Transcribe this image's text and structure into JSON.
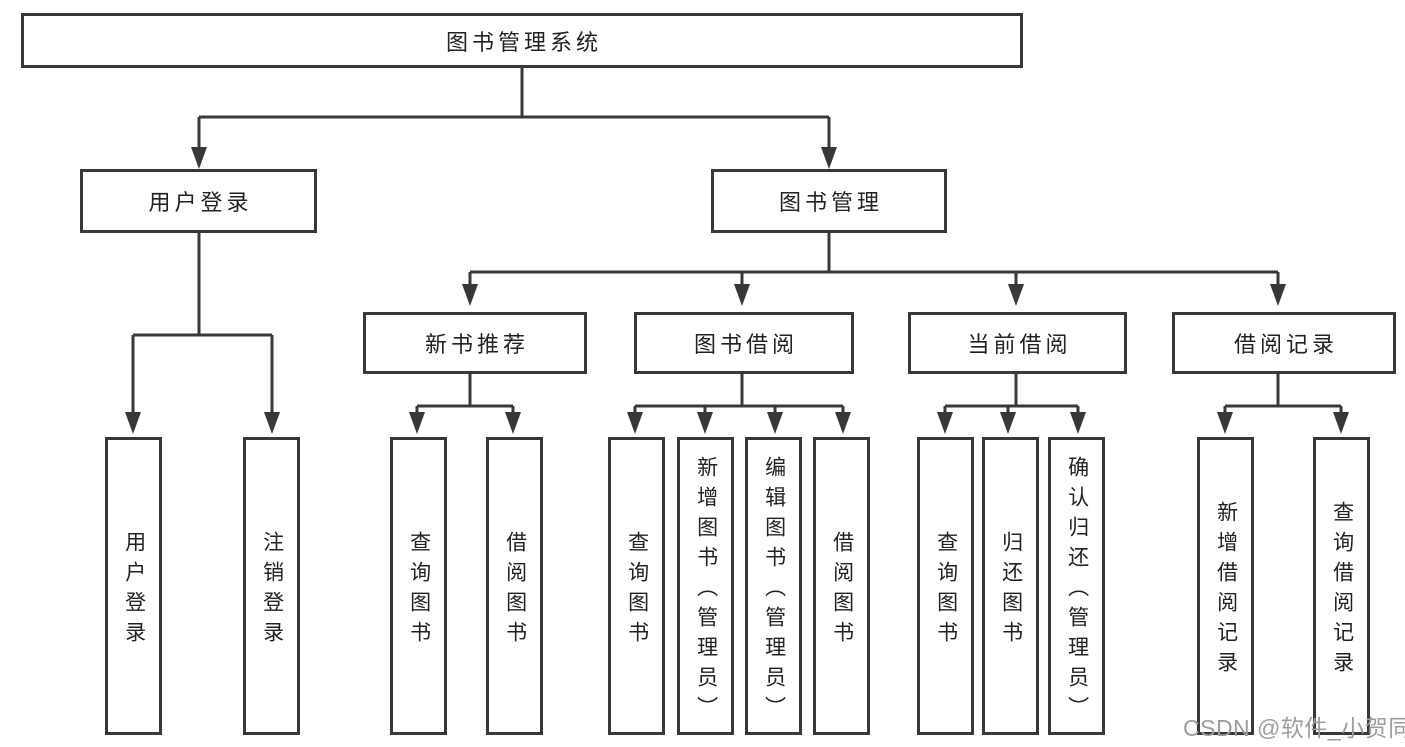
{
  "diagram": {
    "root": {
      "label": "图书管理系统"
    },
    "children": [
      {
        "label": "用户登录",
        "children": [
          {
            "label": "用户登录"
          },
          {
            "label": "注销登录"
          }
        ]
      },
      {
        "label": "图书管理",
        "children": [
          {
            "label": "新书推荐",
            "children": [
              {
                "label": "查询图书"
              },
              {
                "label": "借阅图书"
              }
            ]
          },
          {
            "label": "图书借阅",
            "children": [
              {
                "label": "查询图书"
              },
              {
                "label": "新增图书（管理员）"
              },
              {
                "label": "编辑图书（管理员）"
              },
              {
                "label": "借阅图书"
              }
            ]
          },
          {
            "label": "当前借阅",
            "children": [
              {
                "label": "查询图书"
              },
              {
                "label": "归还图书"
              },
              {
                "label": "确认归还（管理员）"
              }
            ]
          },
          {
            "label": "借阅记录",
            "children": [
              {
                "label": "新增借阅记录"
              },
              {
                "label": "查询借阅记录"
              }
            ]
          }
        ]
      }
    ],
    "colors": {
      "line": "#383838",
      "node_border": "#383838",
      "node_text": "#222222",
      "background": "#ffffff",
      "watermark": "#9d9d9d"
    }
  },
  "watermark": {
    "text": "CSDN @软件_小贺同学"
  }
}
